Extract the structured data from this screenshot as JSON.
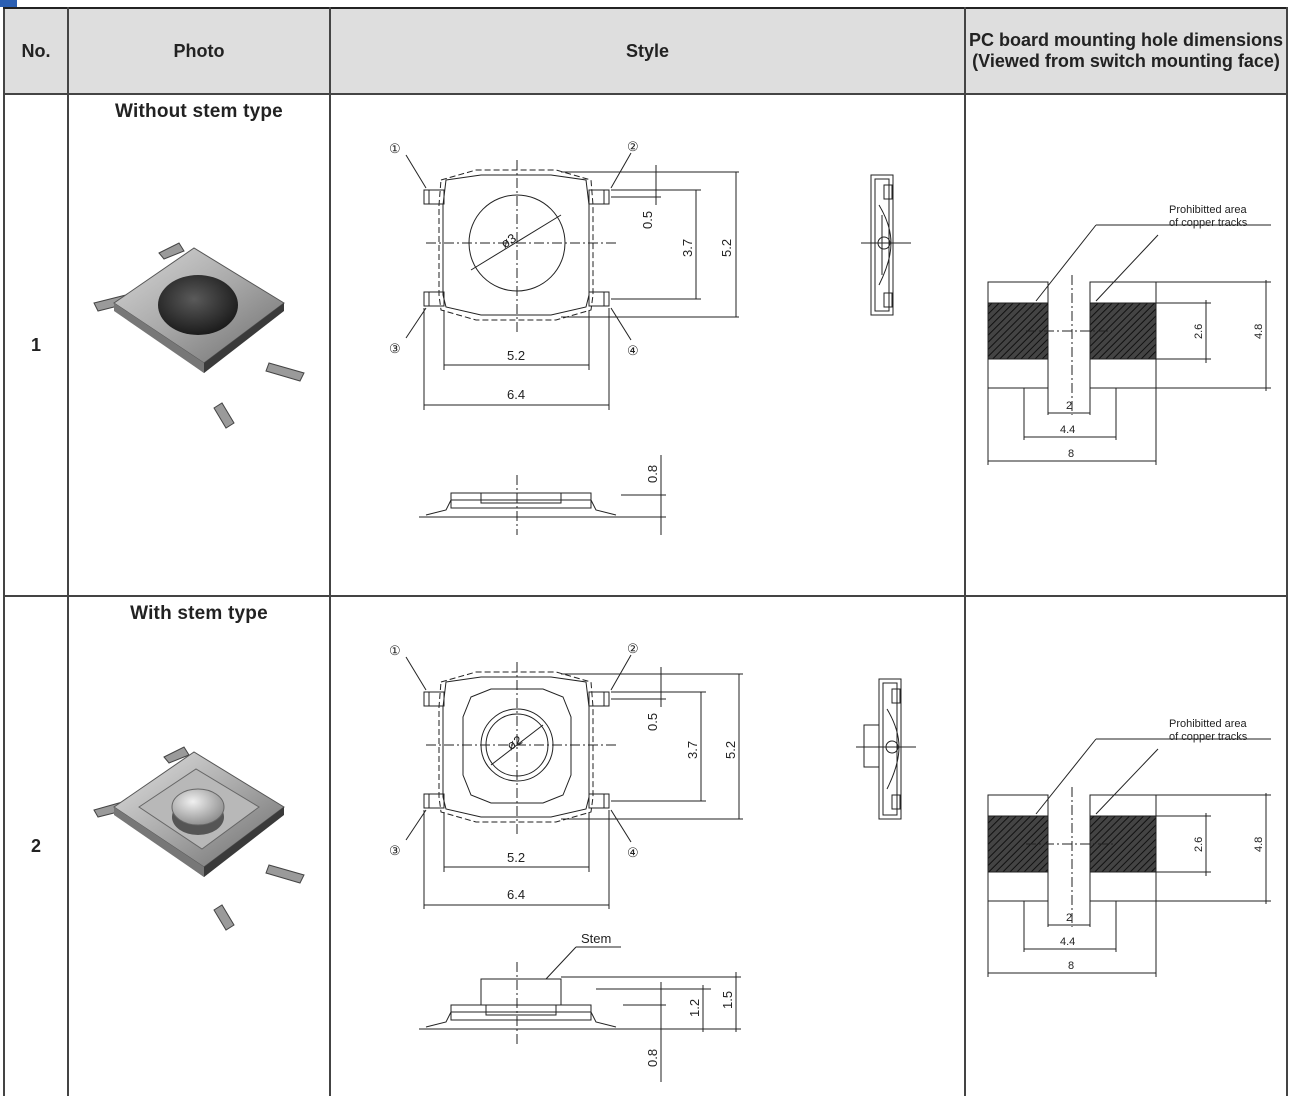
{
  "table": {
    "headers": {
      "no": "No.",
      "photo": "Photo",
      "style": "Style",
      "pcb_line1": "PC board mounting hole dimensions",
      "pcb_line2": "(Viewed from switch mounting face)"
    },
    "rows": [
      {
        "no": "1",
        "photo_label": "Without stem type",
        "dims": {
          "diameter": "ø3",
          "d05": "0.5",
          "d37": "3.7",
          "d52v": "5.2",
          "d52h": "5.2",
          "d64": "6.4",
          "d08": "0.8"
        },
        "terminals": [
          "①",
          "②",
          "③",
          "④"
        ],
        "pcb": {
          "note_line1": "Prohibitted area",
          "note_line2": "of copper tracks",
          "d26": "2.6",
          "d48": "4.8",
          "d2": "2",
          "d44": "4.4",
          "d8": "8"
        }
      },
      {
        "no": "2",
        "photo_label": "With stem type",
        "dims": {
          "diameter": "ø2",
          "d05": "0.5",
          "d37": "3.7",
          "d52v": "5.2",
          "d52h": "5.2",
          "d64": "6.4",
          "stem": "Stem",
          "d12": "1.2",
          "d15": "1.5",
          "d08": "0.8"
        },
        "terminals": [
          "①",
          "②",
          "③",
          "④"
        ],
        "pcb": {
          "note_line1": "Prohibitted area",
          "note_line2": "of copper tracks",
          "d26": "2.6",
          "d48": "4.8",
          "d2": "2",
          "d44": "4.4",
          "d8": "8"
        }
      }
    ]
  }
}
